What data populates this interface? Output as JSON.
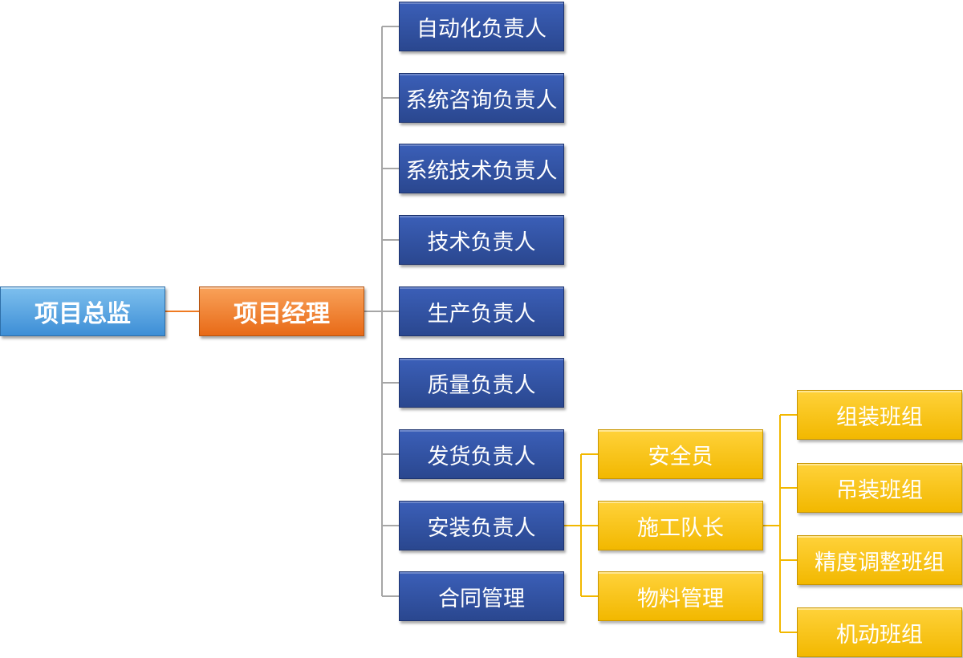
{
  "root": {
    "label": "项目总监"
  },
  "manager": {
    "label": "项目经理"
  },
  "leads": [
    "自动化负责人",
    "系统咨询负责人",
    "系统技术负责人",
    "技术负责人",
    "生产负责人",
    "质量负责人",
    "发货负责人",
    "安装负责人",
    "合同管理"
  ],
  "install_staff": [
    "安全员",
    "施工队长",
    "物料管理"
  ],
  "teams": [
    "组装班组",
    "吊装班组",
    "精度调整班组",
    "机动班组"
  ],
  "colors": {
    "root": "#4a9be0",
    "manager": "#ef7a22",
    "lead": "#2f4f9e",
    "staff": "#f7c31a",
    "connector_gray": "#a6a6a6",
    "connector_orange": "#ef7a22",
    "connector_yellow": "#f2b800"
  }
}
